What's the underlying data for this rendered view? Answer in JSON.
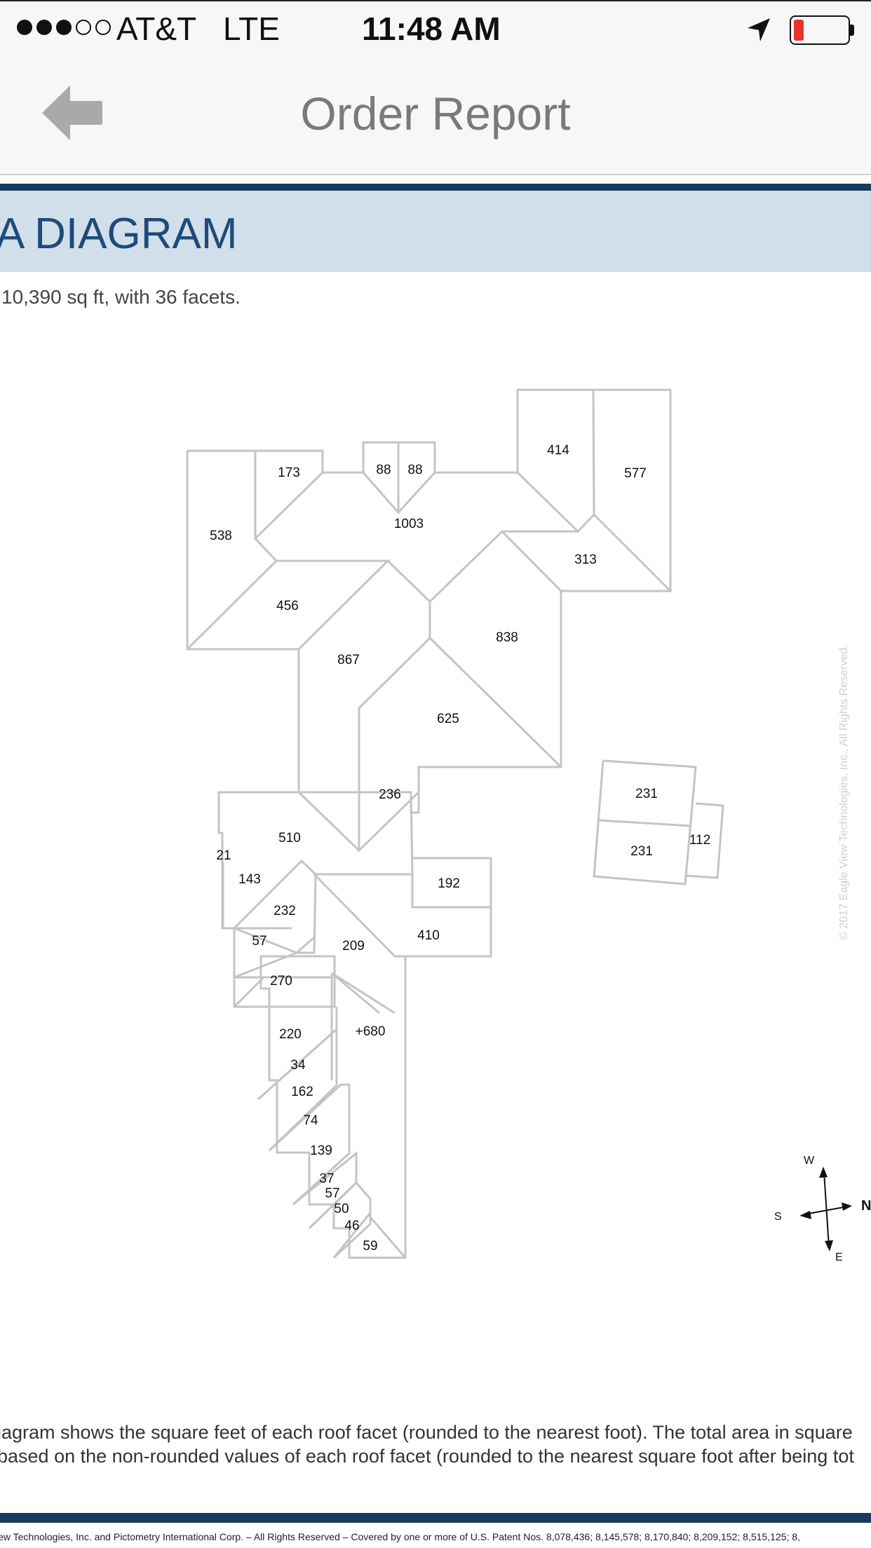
{
  "status_bar": {
    "carrier": "AT&T",
    "network": "LTE",
    "time": "11:48 AM",
    "signal_bars_total": 5,
    "signal_bars_filled": 3,
    "battery_level": 0.15,
    "battery_color": "#e8322c"
  },
  "nav": {
    "title": "Order Report",
    "back_icon": "back-arrow-icon"
  },
  "section": {
    "title": "A DIAGRAM",
    "summary": "10,390 sq ft, with 36 facets.",
    "header_color": "#d1dfea",
    "rule_color": "#173a5e"
  },
  "diagram": {
    "facet_labels": [
      "173",
      "88",
      "88",
      "414",
      "577",
      "538",
      "1003",
      "313",
      "456",
      "838",
      "867",
      "625",
      "236",
      "231",
      "231",
      "112",
      "510",
      "21",
      "143",
      "192",
      "232",
      "57",
      "209",
      "410",
      "270",
      "220",
      "+680",
      "34",
      "162",
      "74",
      "139",
      "37",
      "57",
      "50",
      "46",
      "59"
    ],
    "compass": {
      "w": "W",
      "s": "S",
      "n": "N",
      "e": "E"
    },
    "watermark": "© 2017 Eagle View Technologies, Inc., All Rights Reserved."
  },
  "footnote": {
    "line1": "iagram shows the square feet of each roof facet (rounded to the nearest foot). The total area in square",
    "line2": " based on the non-rounded values of each roof facet (rounded to the nearest square foot after being tot"
  },
  "footer": {
    "text": "iew Technologies, Inc. and Pictometry International Corp. – All Rights Reserved –  Covered by one or more of U.S. Patent Nos. 8,078,436; 8,145,578; 8,170,840; 8,209,152; 8,515,125; 8,"
  }
}
